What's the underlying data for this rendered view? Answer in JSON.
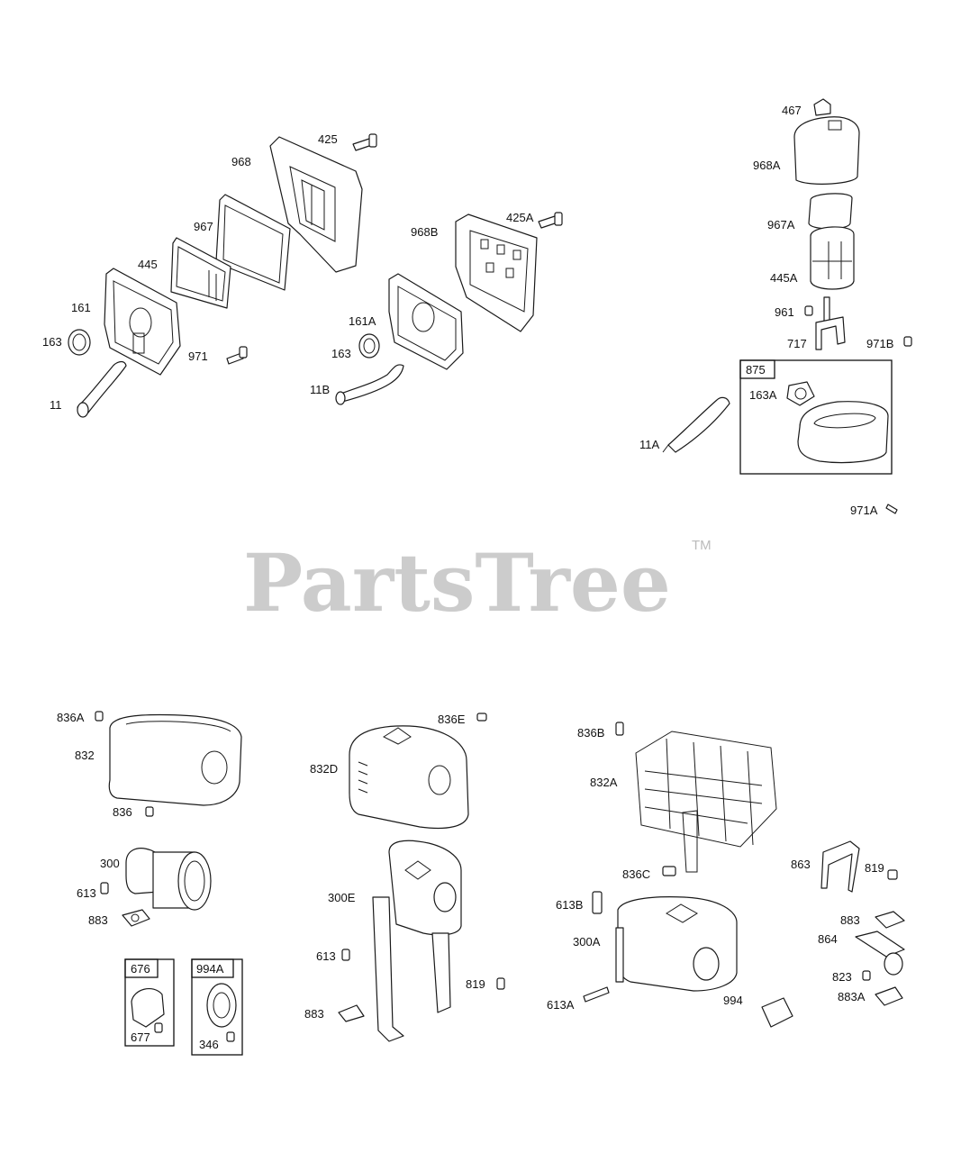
{
  "watermark": {
    "text": "PartsTree",
    "trademark": "TM"
  },
  "labels": {
    "p425": "425",
    "p968": "968",
    "p967": "967",
    "p445": "445",
    "p161": "161",
    "p163a": "163",
    "p971": "971",
    "p11": "11",
    "p968B": "968B",
    "p425A": "425A",
    "p161A": "161A",
    "p163b": "163",
    "p11B": "11B",
    "p467": "467",
    "p968A": "968A",
    "p967A": "967A",
    "p445A": "445A",
    "p961": "961",
    "p717": "717",
    "p971B": "971B",
    "p875": "875",
    "p163A": "163A",
    "p11A": "11A",
    "p971A": "971A",
    "p836A": "836A",
    "p832": "832",
    "p836": "836",
    "p300": "300",
    "p613a": "613",
    "p883a": "883",
    "p676": "676",
    "p677": "677",
    "p994A": "994A",
    "p346": "346",
    "p836E": "836E",
    "p832D": "832D",
    "p300E": "300E",
    "p613b": "613",
    "p883b": "883",
    "p819a": "819",
    "p836B": "836B",
    "p832A": "832A",
    "p836C": "836C",
    "p613B": "613B",
    "p300A": "300A",
    "p613A": "613A",
    "p994": "994",
    "p863": "863",
    "p819b": "819",
    "p883c": "883",
    "p864": "864",
    "p823": "823",
    "p883A": "883A"
  }
}
